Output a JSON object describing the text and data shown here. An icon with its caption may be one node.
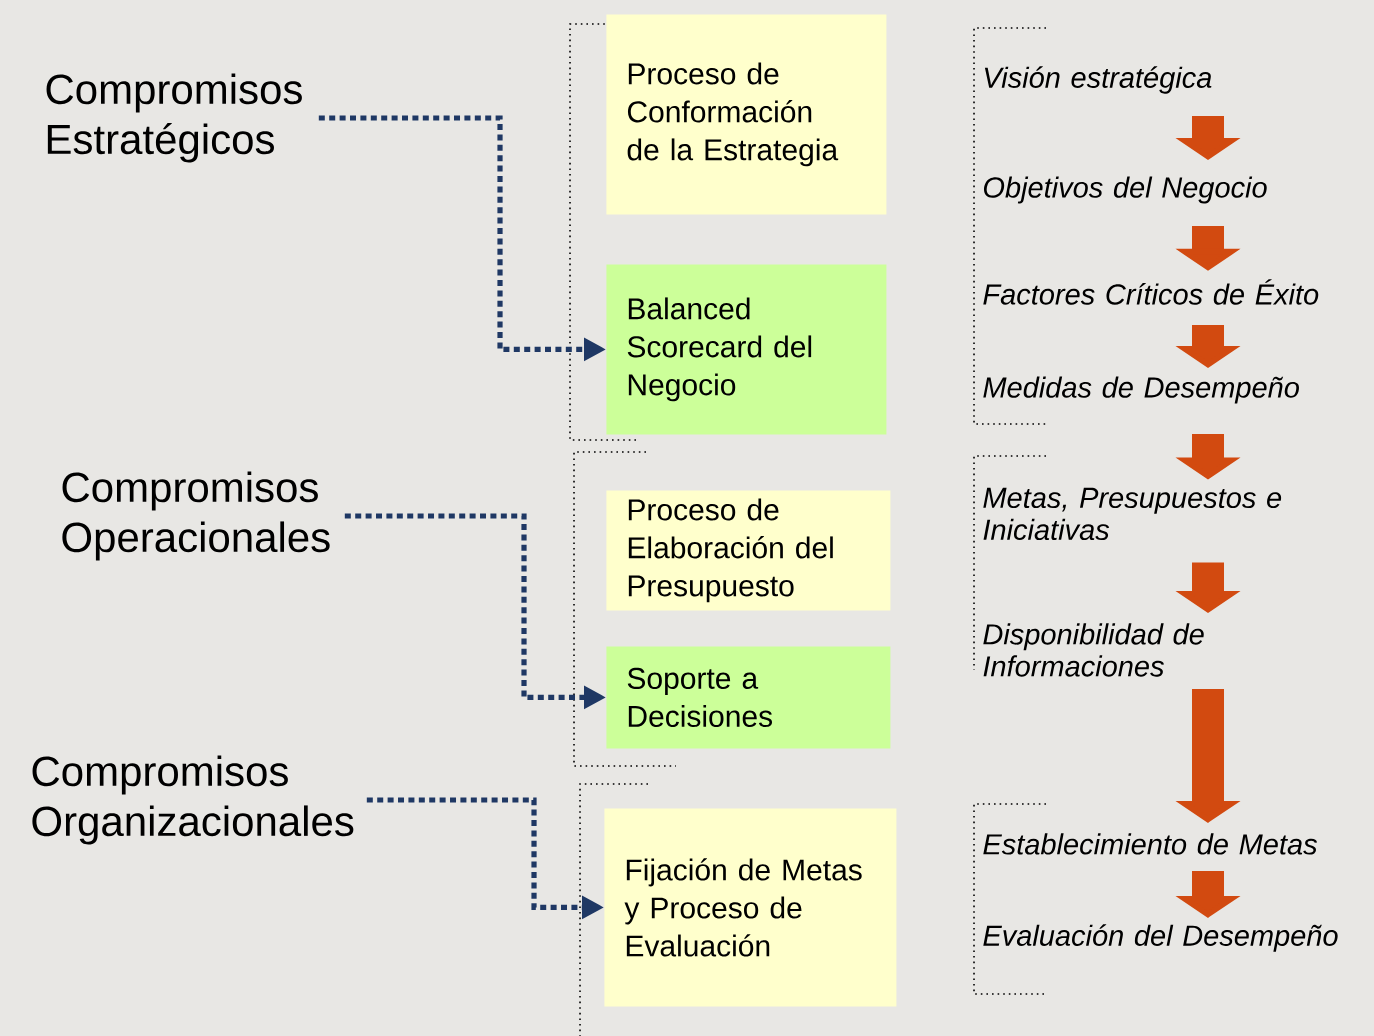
{
  "diagram": {
    "nodes": [
      {
        "text": [
          "Compromisos Estratégicos"
        ]
      },
      {
        "text": [
          "Compromisos Operacionales"
        ]
      },
      {
        "text": [
          "Compromisos Organizacionales"
        ]
      },
      {
        "text": [
          "Proceso de Conformación de la Estrategia"
        ]
      },
      {
        "text": [
          "Balanced Scorecard del Negocio"
        ]
      },
      {
        "text": [
          "Proceso de Elaboración del Presupuesto"
        ]
      },
      {
        "text": [
          "Soporte a Decisiones"
        ]
      },
      {
        "text": [
          "Fijación de Metas y Proceso de Evaluación"
        ]
      },
      {
        "text": [
          "Visión estratégica"
        ]
      },
      {
        "text": [
          "Objetivos del Negocio"
        ]
      },
      {
        "text": [
          "Factores Críticos de Éxito"
        ]
      },
      {
        "text": [
          "Medidas de Desempeño"
        ]
      },
      {
        "text": [
          "Metas, Presupuestos e Iniciativas"
        ]
      },
      {
        "text": [
          "Disponibilidad de Informaciones"
        ]
      },
      {
        "text": [
          "Establecimiento de Metas"
        ]
      },
      {
        "text": [
          "Evaluación del Desempeño"
        ]
      }
    ],
    "edges": [
      {
        "from": 0,
        "to": 4,
        "arrow": "to",
        "style": "dashed",
        "color": "#1f3864"
      },
      {
        "from": 1,
        "to": 6,
        "arrow": "to",
        "style": "dashed",
        "color": "#1f3864"
      },
      {
        "from": 2,
        "to": 7,
        "arrow": "to",
        "style": "dashed",
        "color": "#1f3864"
      },
      {
        "from": 8,
        "to": 9,
        "arrow": "to"
      },
      {
        "from": 9,
        "to": 10,
        "arrow": "to"
      },
      {
        "from": 10,
        "to": 11,
        "arrow": "to"
      },
      {
        "from": 11,
        "to": 12,
        "arrow": "to"
      },
      {
        "from": 12,
        "to": 13,
        "arrow": "to"
      },
      {
        "from": 13,
        "to": 14,
        "arrow": "to"
      },
      {
        "from": 14,
        "to": 15,
        "arrow": "to"
      }
    ]
  }
}
